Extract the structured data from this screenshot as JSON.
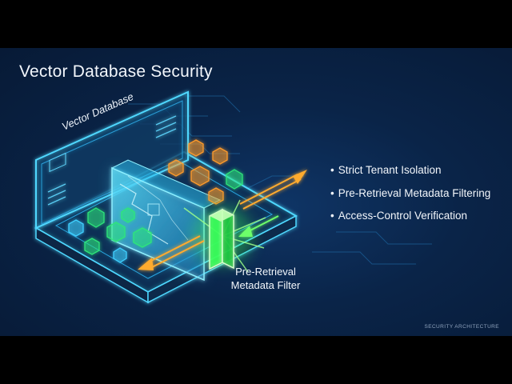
{
  "slide": {
    "title": "Vector Database Security",
    "bullets": [
      "Strict Tenant Isolation",
      "Pre-Retrieval Metadata Filtering",
      "Access-Control Verification"
    ],
    "footer": "SECURITY ARCHITECTURE"
  },
  "illustration": {
    "database_label": "Vector Database",
    "filter_label_line1": "Pre-Retrieval",
    "filter_label_line2": "Metadata Filter",
    "colors": {
      "frame": "#4fd8ff",
      "filter": "#39ff5a",
      "arrow": "#ffab2e",
      "green_node": "#2ee67a",
      "orange_node": "#ff9b2a",
      "cyan_node": "#3fd0ff"
    },
    "icons": [
      "isometric-tray",
      "data-wall",
      "filter-gate",
      "polyhedron-nodes",
      "double-arrows"
    ]
  }
}
